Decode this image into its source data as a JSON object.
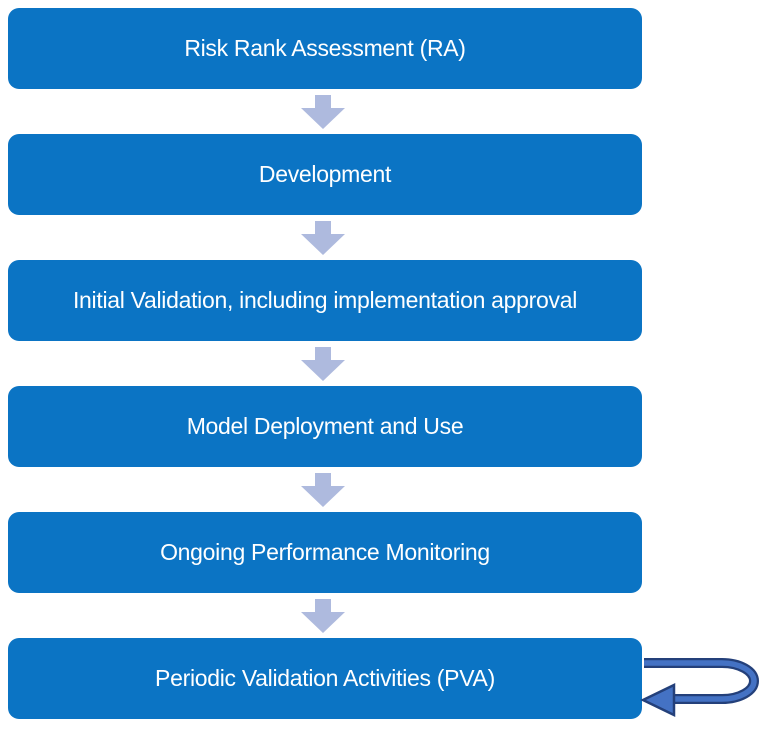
{
  "diagram": {
    "type": "flowchart",
    "flow_direction": "top-to-bottom",
    "steps": [
      {
        "label": "Risk Rank Assessment (RA)"
      },
      {
        "label": "Development"
      },
      {
        "label": "Initial Validation, including implementation approval"
      },
      {
        "label": "Model Deployment and Use"
      },
      {
        "label": "Ongoing Performance Monitoring"
      },
      {
        "label": "Periodic Validation Activities (PVA)"
      }
    ],
    "connectors": [
      {
        "from": 0,
        "to": 1,
        "type": "down-arrow"
      },
      {
        "from": 1,
        "to": 2,
        "type": "down-arrow"
      },
      {
        "from": 2,
        "to": 3,
        "type": "down-arrow"
      },
      {
        "from": 3,
        "to": 4,
        "type": "down-arrow"
      },
      {
        "from": 4,
        "to": 5,
        "type": "down-arrow"
      },
      {
        "from": 5,
        "to": 5,
        "type": "loop-back-arrow"
      }
    ],
    "colors": {
      "background": "#ffffff",
      "box_fill": "#0b74c4",
      "box_text": "#ffffff",
      "down_arrow_fill": "#aebade",
      "loop_fill": "#4472c4",
      "loop_outline": "#24407a"
    }
  }
}
